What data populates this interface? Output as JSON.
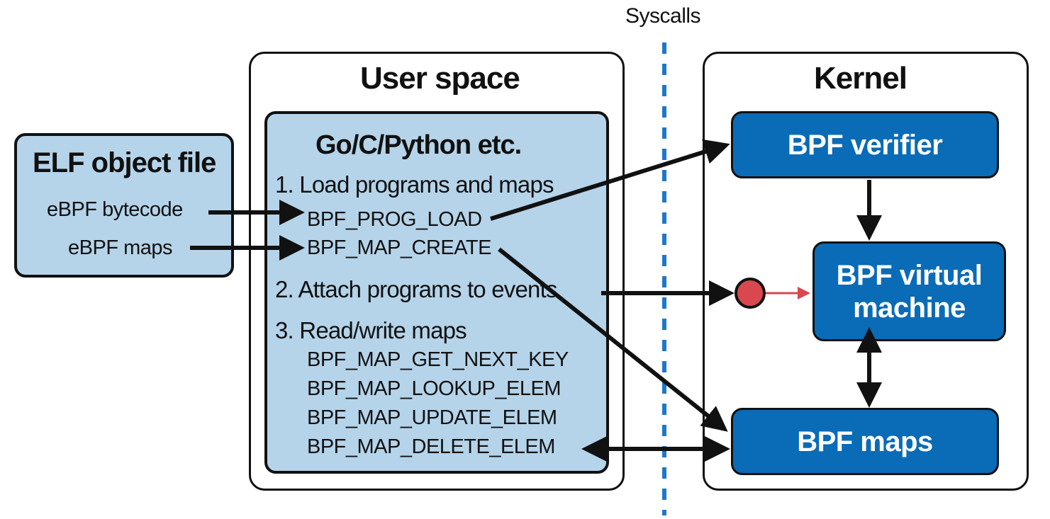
{
  "syscalls_label": "Syscalls",
  "elf": {
    "title": "ELF object file",
    "items": [
      "eBPF bytecode",
      "eBPF maps"
    ]
  },
  "user_space": {
    "title": "User space",
    "inner_title": "Go/C/Python etc.",
    "step1": "1. Load programs and maps",
    "step1_calls": [
      "BPF_PROG_LOAD",
      "BPF_MAP_CREATE"
    ],
    "step2": "2. Attach programs to events",
    "step3": "3. Read/write maps",
    "step3_calls": [
      "BPF_MAP_GET_NEXT_KEY",
      "BPF_MAP_LOOKUP_ELEM",
      "BPF_MAP_UPDATE_ELEM",
      "BPF_MAP_DELETE_ELEM"
    ]
  },
  "kernel": {
    "title": "Kernel",
    "verifier": "BPF verifier",
    "vm_line1": "BPF virtual",
    "vm_line2": "machine",
    "maps": "BPF maps"
  },
  "colors": {
    "accent_blue": "#0a6bb7",
    "light_blue": "#b5d4ea",
    "syscall_line": "#1f78c8",
    "event_dot": "#d9474f"
  }
}
